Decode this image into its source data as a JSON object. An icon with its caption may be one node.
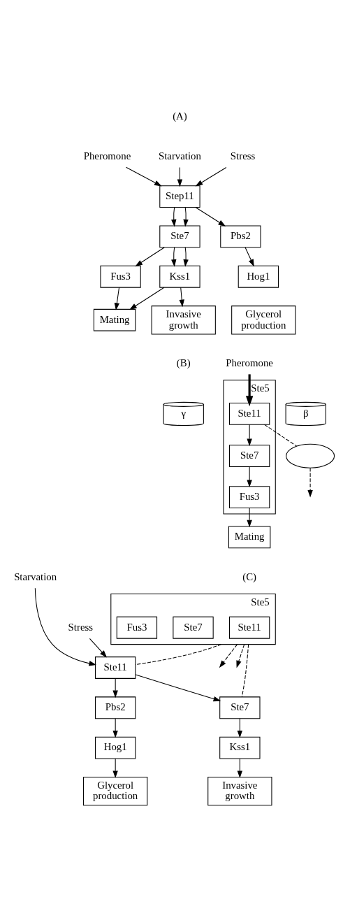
{
  "diagram": {
    "nodes": [
      {
        "text": [
          "Pheromone"
        ]
      },
      {
        "text": [
          "Starvation"
        ]
      },
      {
        "text": [
          "Stress"
        ]
      },
      {
        "text": [
          "Step11"
        ]
      },
      {
        "text": [
          "Ste7"
        ]
      },
      {
        "text": [
          "Pbs2"
        ]
      },
      {
        "text": [
          "Fus3"
        ]
      },
      {
        "text": [
          "Kss1"
        ]
      },
      {
        "text": [
          "Hog1"
        ]
      },
      {
        "text": [
          "Mating"
        ]
      },
      {
        "text": [
          "Invasive growth"
        ]
      },
      {
        "text": [
          "Glycerol production"
        ]
      },
      {
        "text": [
          "Pheromone"
        ]
      },
      {
        "text": [
          "Ste5"
        ]
      },
      {
        "text": [
          "γ"
        ]
      },
      {
        "text": [
          "β"
        ]
      },
      {
        "text": [
          "Ste11"
        ],
        "in": 13
      },
      {
        "text": [
          "Ste7"
        ],
        "in": 13
      },
      {
        "text": [
          "Fus3"
        ],
        "in": 13
      },
      {
        "text": [
          "Mating"
        ]
      },
      {
        "text": [],
        "shape": "circle"
      },
      {
        "text": [
          "Ste5"
        ]
      },
      {
        "text": [
          "Ste11"
        ],
        "in": 21
      },
      {
        "text": [
          "Ste7"
        ],
        "in": 21
      },
      {
        "text": [
          "Fus3"
        ],
        "in": 21
      },
      {
        "text": [
          "Starvation"
        ]
      },
      {
        "text": [
          "Stress"
        ]
      },
      {
        "text": [
          "Ste11"
        ]
      },
      {
        "text": [
          "Ste7"
        ]
      },
      {
        "text": [
          "Pbs2"
        ]
      },
      {
        "text": [
          "Kss1"
        ]
      },
      {
        "text": [
          "Hog1"
        ]
      },
      {
        "text": [
          "Invasive growth"
        ]
      },
      {
        "text": [
          "Glycerol production"
        ]
      }
    ],
    "edges": [
      {
        "from": 0,
        "to": 3,
        "arrow": "to"
      },
      {
        "from": 1,
        "to": 3,
        "arrow": "to"
      },
      {
        "from": 2,
        "to": 3,
        "arrow": "to"
      },
      {
        "from": 3,
        "to": 4,
        "arrow": "to"
      },
      {
        "from": 3,
        "to": 4,
        "arrow": "to"
      },
      {
        "from": 3,
        "to": 5,
        "arrow": "to"
      },
      {
        "from": 4,
        "to": 6,
        "arrow": "to"
      },
      {
        "from": 4,
        "to": 7,
        "arrow": "to"
      },
      {
        "from": 4,
        "to": 7,
        "arrow": "to"
      },
      {
        "from": 5,
        "to": 8,
        "arrow": "to"
      },
      {
        "from": 6,
        "to": 9,
        "arrow": "to"
      },
      {
        "from": 7,
        "to": 9,
        "arrow": "to"
      },
      {
        "from": 7,
        "to": 10,
        "arrow": "to"
      },
      {
        "from": 12,
        "to": 16,
        "arrow": "to",
        "style": "thick"
      },
      {
        "from": 16,
        "to": 17,
        "arrow": "to"
      },
      {
        "from": 17,
        "to": 18,
        "arrow": "to"
      },
      {
        "from": 18,
        "to": 19,
        "arrow": "to"
      },
      {
        "from": 16,
        "to": 20,
        "arrow": "none",
        "style": "dashed"
      },
      {
        "from": 20,
        "to": null,
        "arrow": "to",
        "style": "dashed"
      },
      {
        "from": 21,
        "to": 27,
        "arrow": "none",
        "style": "dashed"
      },
      {
        "from": 21,
        "to": 28,
        "arrow": "none",
        "style": "dashed"
      },
      {
        "from": 21,
        "to": null,
        "arrow": "to",
        "style": "dashed"
      },
      {
        "from": 21,
        "to": null,
        "arrow": "to",
        "style": "dashed"
      },
      {
        "from": 25,
        "to": 27,
        "arrow": "to"
      },
      {
        "from": 26,
        "to": 27,
        "arrow": "to"
      },
      {
        "from": 27,
        "to": 28,
        "arrow": "to"
      },
      {
        "from": 27,
        "to": 29,
        "arrow": "to"
      },
      {
        "from": 28,
        "to": 30,
        "arrow": "to"
      },
      {
        "from": 29,
        "to": 31,
        "arrow": "to"
      },
      {
        "from": 30,
        "to": 32,
        "arrow": "to"
      },
      {
        "from": 31,
        "to": 33,
        "arrow": "to"
      }
    ],
    "labels": [
      "(A)",
      "(B)",
      "(C)"
    ]
  }
}
